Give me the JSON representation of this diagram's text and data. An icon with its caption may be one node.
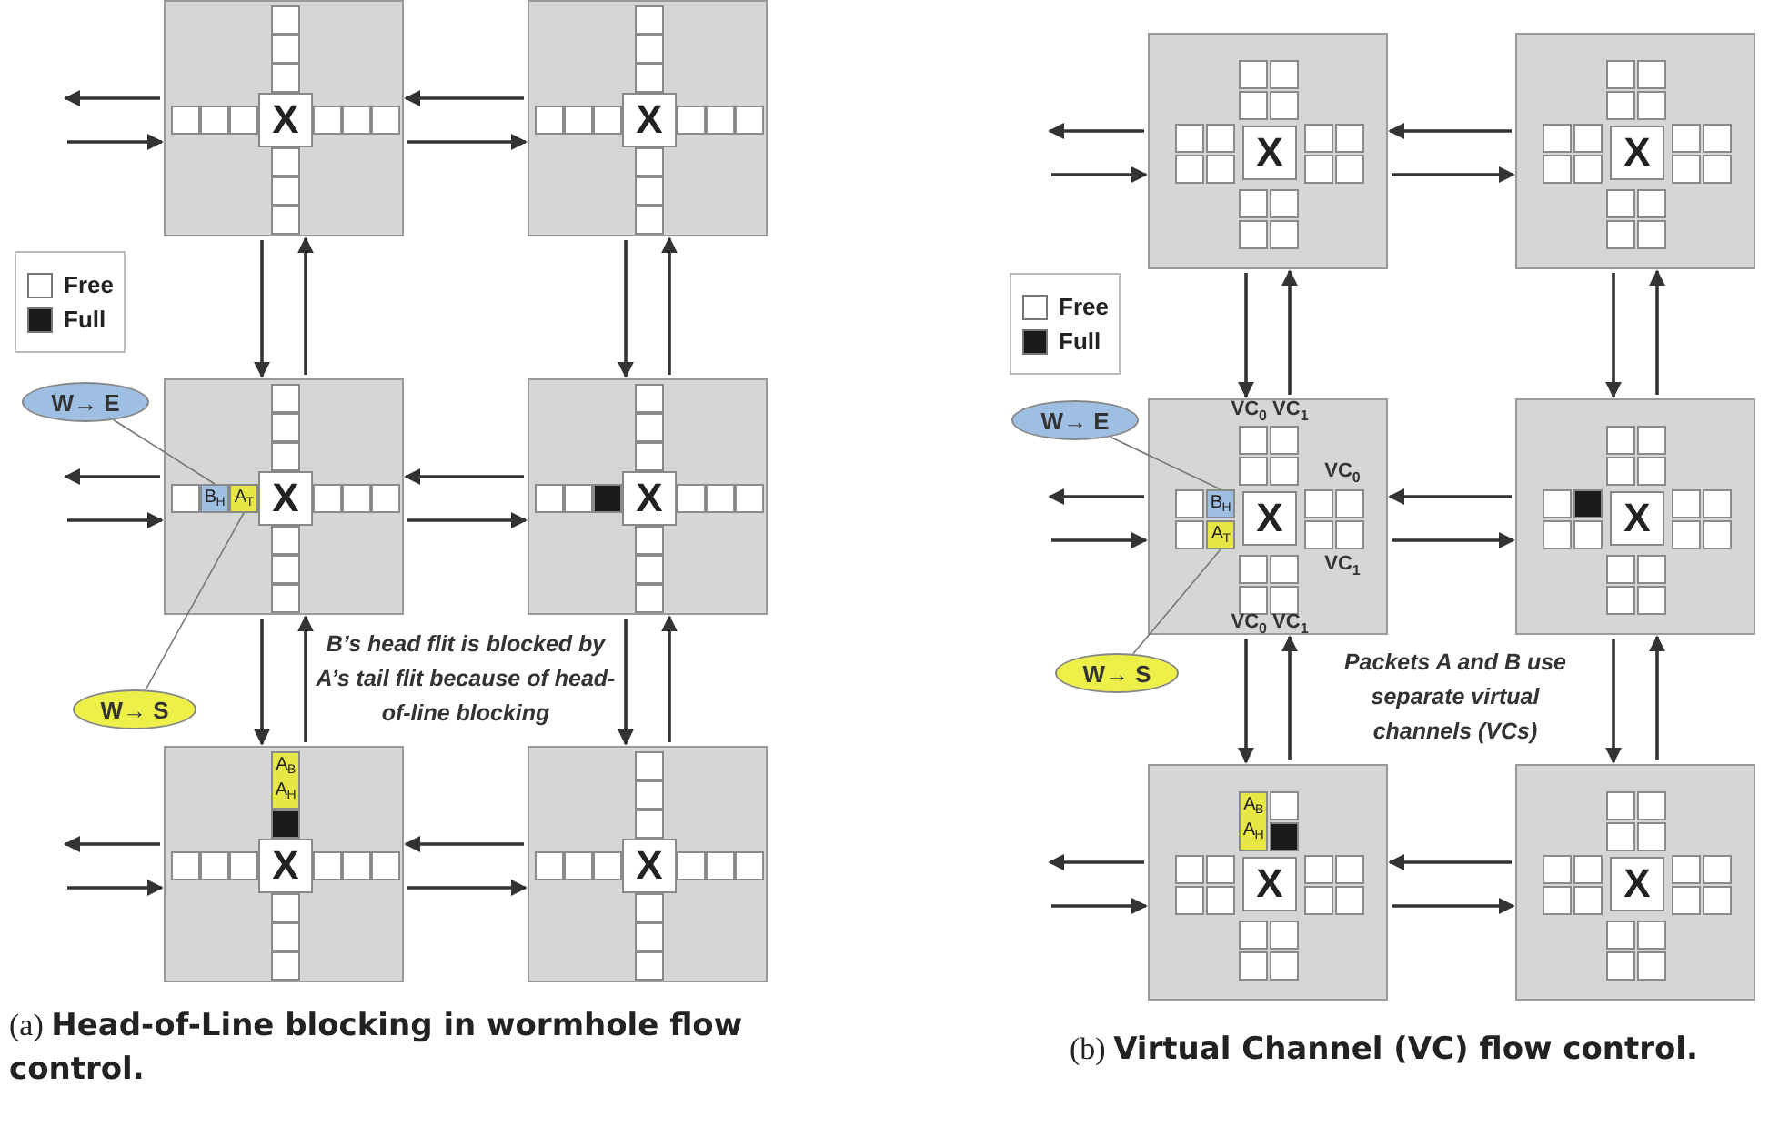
{
  "diagram": {
    "nodes": [
      {
        "text": [],
        "shape": "box"
      },
      {
        "text": [
          "X"
        ],
        "in": 0
      },
      {
        "text": [],
        "shape": "box"
      },
      {
        "text": [
          "X"
        ],
        "in": 2
      },
      {
        "text": [
          "W→ E"
        ]
      },
      {
        "text": [],
        "shape": "box"
      },
      {
        "text": [
          "B$_{H}$"
        ],
        "in": 5
      },
      {
        "text": [
          "A$_{T}$"
        ],
        "in": 5
      },
      {
        "text": [
          "X"
        ],
        "in": 5
      },
      {
        "text": [],
        "shape": "box"
      },
      {
        "text": [
          "X"
        ],
        "in": 9
      },
      {
        "text": [
          "W→ S"
        ]
      },
      {
        "text": [],
        "shape": "box"
      },
      {
        "text": [
          "A$_{B}$",
          "A$_{H}$"
        ],
        "in": 12
      },
      {
        "text": [
          "X"
        ],
        "in": 12
      },
      {
        "text": [],
        "shape": "box"
      },
      {
        "text": [
          "X"
        ],
        "in": 15
      },
      {
        "text": [],
        "shape": "box"
      },
      {
        "text": [
          "X"
        ],
        "in": 17
      },
      {
        "text": [],
        "shape": "box"
      },
      {
        "text": [
          "X"
        ],
        "in": 19
      },
      {
        "text": [
          "W→ E"
        ]
      },
      {
        "text": [],
        "shape": "box"
      },
      {
        "text": [
          "B$_{H}$"
        ],
        "in": 22
      },
      {
        "text": [
          "A$_{T}$"
        ],
        "in": 22
      },
      {
        "text": [
          "X"
        ],
        "in": 22
      },
      {
        "text": [],
        "shape": "box"
      },
      {
        "text": [
          "X"
        ],
        "in": 26
      },
      {
        "text": [
          "W→ S"
        ]
      },
      {
        "text": [],
        "shape": "box"
      },
      {
        "text": [
          "A$_{B}$",
          "A$_{H}$"
        ],
        "in": 29
      },
      {
        "text": [
          "X"
        ],
        "in": 29
      },
      {
        "text": [],
        "shape": "box"
      },
      {
        "text": [
          "X"
        ],
        "in": 32
      }
    ],
    "edges": [
      {
        "from": 0,
        "to": null,
        "arrow": "to"
      },
      {
        "from": null,
        "to": 0,
        "arrow": "to"
      },
      {
        "from": 2,
        "to": 0,
        "arrow": "to"
      },
      {
        "from": 0,
        "to": 2,
        "arrow": "to"
      },
      {
        "from": 0,
        "to": 5,
        "arrow": "to"
      },
      {
        "from": 5,
        "to": 0,
        "arrow": "to"
      },
      {
        "from": 2,
        "to": 9,
        "arrow": "to"
      },
      {
        "from": 9,
        "to": 2,
        "arrow": "to"
      },
      {
        "from": 5,
        "to": null,
        "arrow": "to"
      },
      {
        "from": null,
        "to": 5,
        "arrow": "to"
      },
      {
        "from": 9,
        "to": 5,
        "arrow": "to"
      },
      {
        "from": 5,
        "to": 9,
        "arrow": "to"
      },
      {
        "from": 5,
        "to": 12,
        "arrow": "to"
      },
      {
        "from": 12,
        "to": 5,
        "arrow": "to"
      },
      {
        "from": 9,
        "to": 15,
        "arrow": "to"
      },
      {
        "from": 15,
        "to": 9,
        "arrow": "to"
      },
      {
        "from": 12,
        "to": null,
        "arrow": "to"
      },
      {
        "from": null,
        "to": 12,
        "arrow": "to"
      },
      {
        "from": 15,
        "to": 12,
        "arrow": "to"
      },
      {
        "from": 12,
        "to": 15,
        "arrow": "to"
      },
      {
        "from": 4,
        "to": 6,
        "arrow": "none"
      },
      {
        "from": 11,
        "to": 7,
        "arrow": "none"
      },
      {
        "from": 17,
        "to": null,
        "arrow": "to"
      },
      {
        "from": null,
        "to": 17,
        "arrow": "to"
      },
      {
        "from": 19,
        "to": 17,
        "arrow": "to"
      },
      {
        "from": 17,
        "to": 19,
        "arrow": "to"
      },
      {
        "from": 17,
        "to": 22,
        "arrow": "to"
      },
      {
        "from": 22,
        "to": 17,
        "arrow": "to"
      },
      {
        "from": 19,
        "to": 26,
        "arrow": "to"
      },
      {
        "from": 26,
        "to": 19,
        "arrow": "to"
      },
      {
        "from": 22,
        "to": null,
        "arrow": "to"
      },
      {
        "from": null,
        "to": 22,
        "arrow": "to"
      },
      {
        "from": 26,
        "to": 22,
        "arrow": "to"
      },
      {
        "from": 22,
        "to": 26,
        "arrow": "to"
      },
      {
        "from": 22,
        "to": 29,
        "arrow": "to"
      },
      {
        "from": 29,
        "to": 22,
        "arrow": "to"
      },
      {
        "from": 26,
        "to": 32,
        "arrow": "to"
      },
      {
        "from": 32,
        "to": 26,
        "arrow": "to"
      },
      {
        "from": 29,
        "to": null,
        "arrow": "to"
      },
      {
        "from": null,
        "to": 29,
        "arrow": "to"
      },
      {
        "from": 32,
        "to": 29,
        "arrow": "to"
      },
      {
        "from": 29,
        "to": 32,
        "arrow": "to"
      },
      {
        "from": 21,
        "to": 23,
        "arrow": "none"
      },
      {
        "from": 28,
        "to": 24,
        "arrow": "none"
      }
    ],
    "labels": [
      "VC$_{0}$ VC$_{1}$",
      "VC$_{0}$",
      "VC$_{1}$",
      "VC$_{0}$ VC$_{1}$",
      "B’s head flit is blocked by A’s tail flit because of head-of-line blocking",
      "Packets A and B use separate virtual channels (VCs)",
      "(a) **Head-of-Line blocking in wormhole flow control.**",
      "(b) **Virtual Channel (VC) flow control.**"
    ],
    "legend": [
      {
        "text": "Free",
        "color": "#ffffff"
      },
      {
        "text": "Full",
        "color": "#1a1a1a"
      },
      {
        "text": "Free",
        "color": "#ffffff"
      },
      {
        "text": "Full",
        "color": "#1a1a1a"
      }
    ]
  }
}
